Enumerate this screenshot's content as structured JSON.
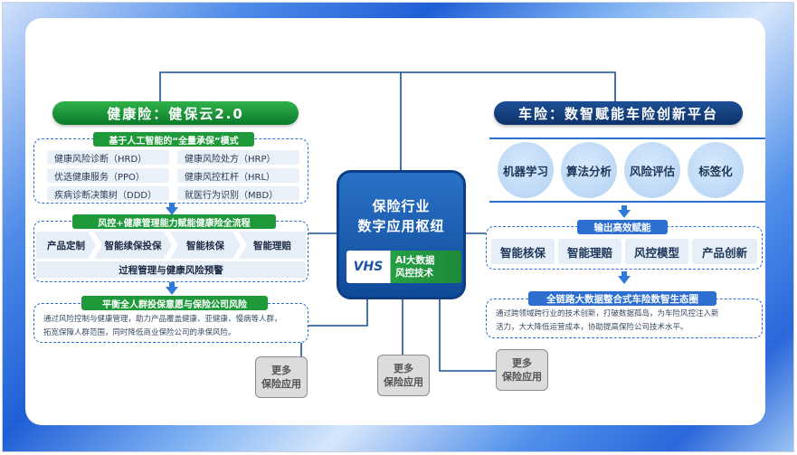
{
  "left": {
    "title": "健康险：健保云2.0",
    "section1": {
      "label": "基于人工智能的“全量承保”模式",
      "items": [
        "健康风险诊断（HRD）",
        "健康风险处方（HRP）",
        "优选健康服务（PPO）",
        "健康风控杠杆（HRL）",
        "疾病诊断决策树（DDD）",
        "就医行为识别（MBD）"
      ]
    },
    "section2": {
      "label": "风控+健康管理能力赋能健康险全流程",
      "steps": [
        "产品定制",
        "智能续保投保",
        "智能核保",
        "智能理赔"
      ],
      "bottom": "过程管理与健康风险预警"
    },
    "section3": {
      "label": "平衡全人群投保意愿与保险公司风险",
      "lines": [
        "通过风险控制与健康管理，助力产品覆盖健康、亚健康、慢病等人群，",
        "拓宽保障人群范围，同时降低商业保险公司的承保风险。"
      ]
    }
  },
  "center": {
    "title_line1": "保险行业",
    "title_line2": "数字应用枢纽",
    "logo": "VHS",
    "badge_line1": "AI大数据",
    "badge_line2": "风控技术"
  },
  "more": [
    {
      "line1": "更多",
      "line2": "保险应用"
    },
    {
      "line1": "更多",
      "line2": "保险应用"
    },
    {
      "line1": "更多",
      "line2": "保险应用"
    }
  ],
  "right": {
    "title": "车险：数智赋能车险创新平台",
    "circles": [
      "机器学习",
      "算法分析",
      "风险评估",
      "标签化"
    ],
    "section1": {
      "label": "输出高效赋能",
      "items": [
        "智能核保",
        "智能理赔",
        "风控模型",
        "产品创新"
      ]
    },
    "section2": {
      "label": "全链路大数据整合式车险数智生态圈",
      "lines": [
        "通过跨领域跨行业的技术创新，打破数据孤岛，为车险风控注入新",
        "活力，大大降低运营成本，协助提高保险公司技术水平。"
      ]
    }
  }
}
